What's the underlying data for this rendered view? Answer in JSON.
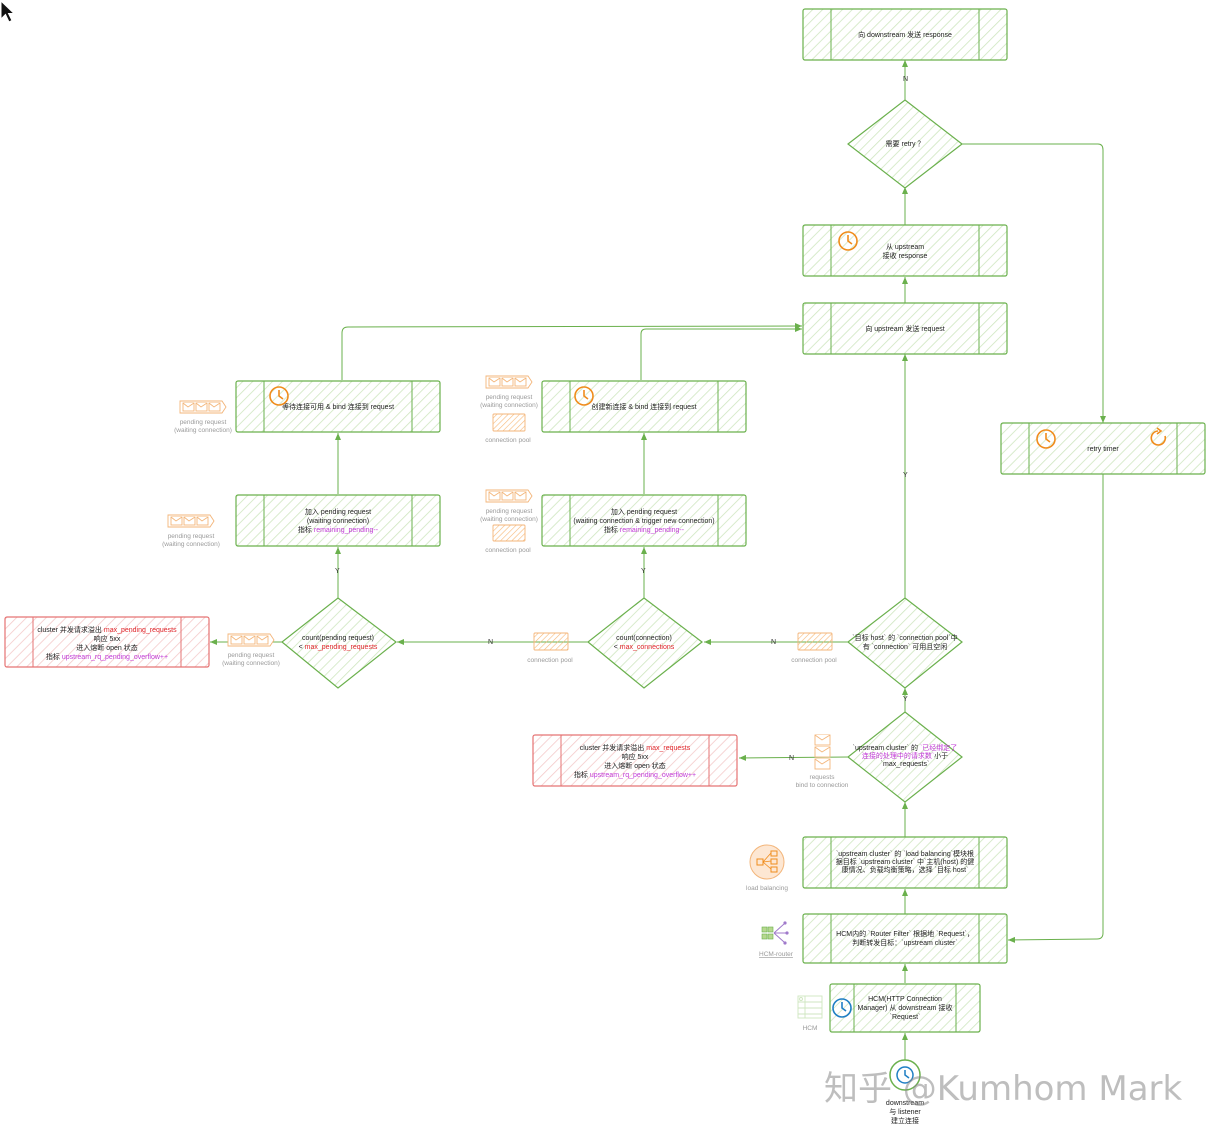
{
  "nodes": {
    "send_response": "向 downstream 发送 response",
    "need_retry": "需要 retry ？",
    "recv_response_1": "从 upstream",
    "recv_response_2": "接收 response",
    "send_request": "向 upstream 发送 request",
    "retry_timer": "retry timer",
    "wait_conn": "等待连接可用 & bind 连接到 request",
    "create_conn": "创建新连接 & bind 连接到 request",
    "add_pending_a_1": "加入 pending request",
    "add_pending_a_2": "(waiting connection)",
    "add_pending_a_3": "指标 ",
    "add_pending_a_metric": "remaining_pending--",
    "add_pending_b_1": "加入 pending request",
    "add_pending_b_2": "(waiting connection & trigger new connection)",
    "add_pending_b_3": "指标 ",
    "add_pending_b_metric": "remaining_pending--",
    "overflow_pending_1": "cluster 并发请求溢出 ",
    "overflow_pending_red": "max_pending_requests",
    "overflow_pending_2": "响应 5xx",
    "overflow_pending_3": "进入熔断 open 状态",
    "overflow_pending_4": "指标 ",
    "overflow_pending_metric": "upstream_rq_pending_overflow++",
    "count_pending_1": "count(pending request)",
    "count_pending_2": "< ",
    "count_pending_red": "max_pending_requests",
    "count_conn_1": "count(connection)",
    "count_conn_2": "< ",
    "count_conn_red": "max_connections",
    "host_pool_1": "`目标 host` 的 `connection pool`中",
    "host_pool_2": "有 `connection` 可用且空闲",
    "overflow_req_1": "cluster 并发请求溢出 ",
    "overflow_req_red": "max_requests",
    "overflow_req_2": "响应 5xx",
    "overflow_req_3": "进入熔断 open 状态",
    "overflow_req_4": "指标 ",
    "overflow_req_metric": "upstream_rq_pending_overflow++",
    "max_req_1a": "`upstream cluster` 的 ",
    "max_req_1b": "`已经绑定了",
    "max_req_2": "连接的处理中的请求数`",
    "max_req_2b": "小于",
    "max_req_3": "`max_requests`",
    "lb_1": "`upstream cluster` 的 `load balancing`模块根",
    "lb_2": "据目标 `upstream cluster` 中`主机(host) 的健",
    "lb_3": "康情况、负载均衡策略，选择 `目标 host`",
    "router_1": "HCM内的 `Router Filter` 根据地 `Request`，",
    "router_2": "判断转发目标：`upstream cluster`",
    "hcm_1": "HCM(HTTP Connection",
    "hcm_2": "Manager) 从 downstream 接收",
    "hcm_3": "`Request`",
    "downstream_1": "downstream",
    "downstream_2": "与 listener",
    "downstream_3": "建立连接"
  },
  "edge_labels": {
    "yes": "Y",
    "no": "N"
  },
  "side_labels": {
    "pending_request": "pending request",
    "waiting_connection": "(waiting connection)",
    "connection_pool": "connection pool",
    "requests": "requests",
    "bind_to_connection": "bind to connection",
    "load_balancing": "load balancing",
    "hcm_router": "HCM-router",
    "hcm": "HCM"
  },
  "watermark": "知乎 @Kumhom Mark",
  "colors": {
    "green": "#6ab04c",
    "hatch": "#c9e3b8",
    "red": "#e57373",
    "red_hatch": "#f6d5d5",
    "orange": "#f08c1c",
    "peach": "#fbd5a8",
    "blue": "#1f7fc4"
  }
}
